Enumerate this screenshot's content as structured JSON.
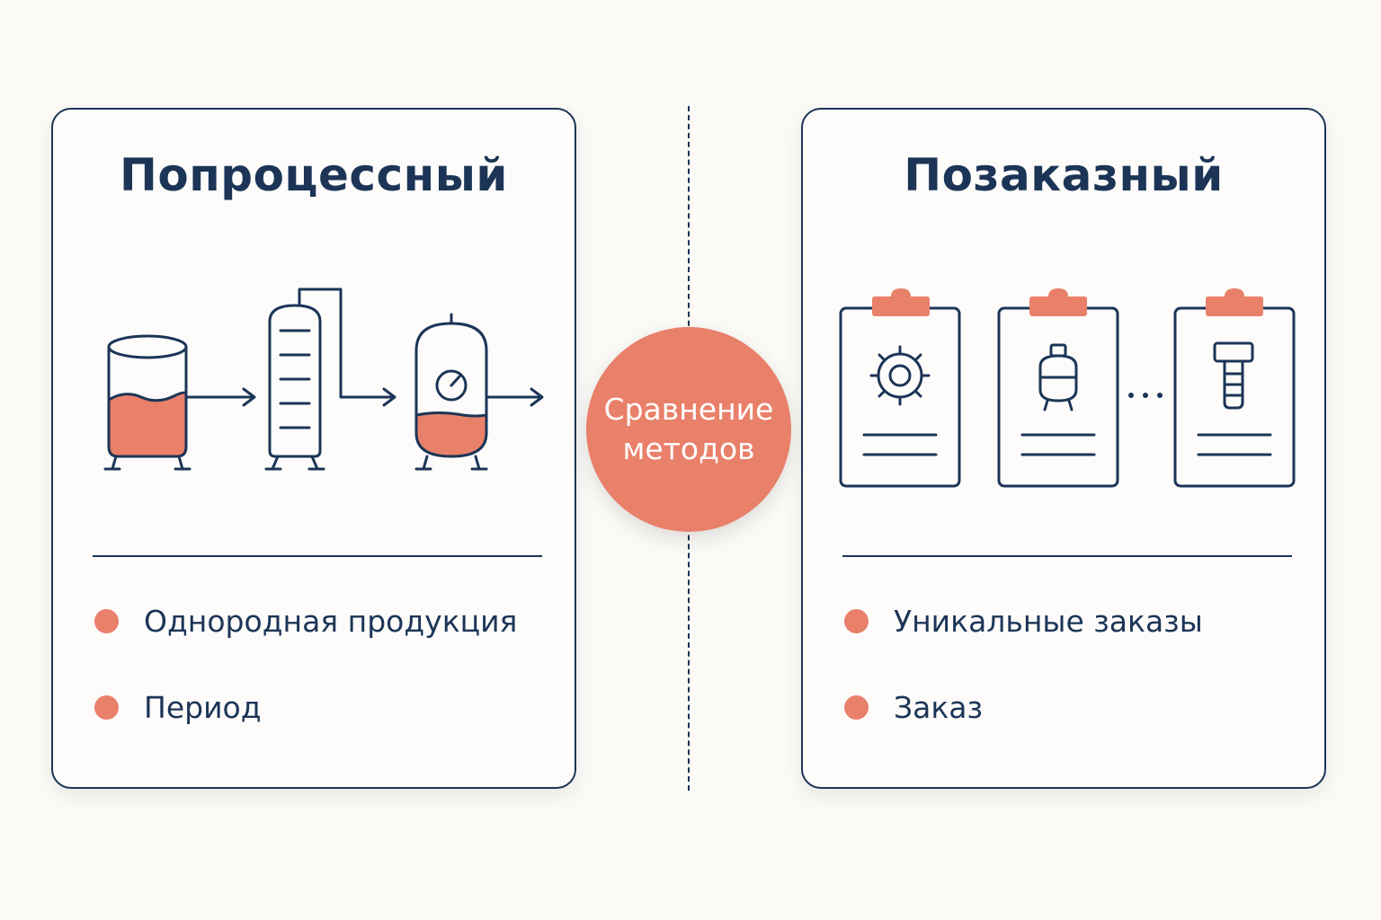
{
  "center": {
    "label_line1": "Сравнение",
    "label_line2": "методов"
  },
  "left_card": {
    "title": "Попроцессный",
    "bullets": [
      "Однородная продукция",
      "Период"
    ],
    "icons": [
      "tank-icon",
      "distillation-column-icon",
      "pressure-vessel-icon"
    ]
  },
  "right_card": {
    "title": "Позаказный",
    "bullets": [
      "Уникальные заказы",
      "Заказ"
    ],
    "icons": [
      "gear-icon",
      "vessel-icon",
      "bolt-icon"
    ]
  },
  "colors": {
    "primary": "#1c3557",
    "accent": "#e9806a",
    "background": "#fbfaf7"
  }
}
